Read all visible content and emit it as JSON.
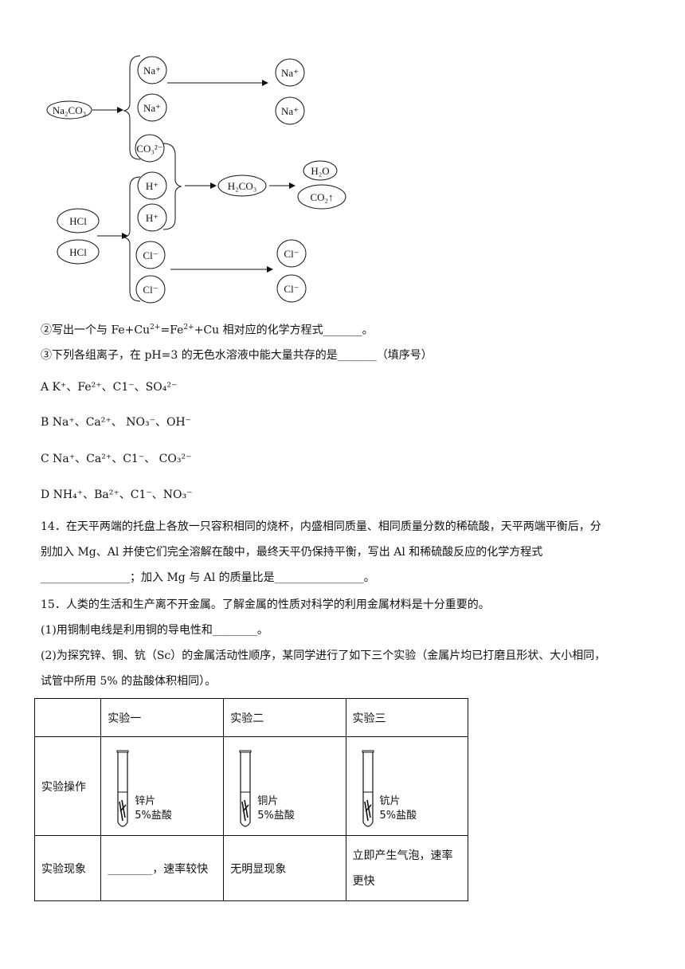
{
  "diagram": {
    "left_reactant": "Na₂CO₃",
    "na1": "Na⁺",
    "na2": "Na⁺",
    "co3": "CO₃²⁻",
    "na_out1": "Na⁺",
    "na_out2": "Na⁺",
    "hcl1": "HCl",
    "hcl2": "HCl",
    "h1": "H⁺",
    "h2": "H⁺",
    "cl1": "Cl⁻",
    "cl2": "Cl⁻",
    "h2co3": "H₂CO₃",
    "h2o": "H₂O",
    "co2": "CO₂↑",
    "cl_out1": "Cl⁻",
    "cl_out2": "Cl⁻"
  },
  "q2": {
    "prefix": "②写出一个与 Fe+Cu",
    "sup1": "2+",
    "mid": "=Fe",
    "sup2": "2+",
    "suffix": "+Cu 相对应的化学方程式",
    "blank": "_______",
    "end": "。"
  },
  "q3": {
    "text": "③下列各组离子，在 pH=3 的无色水溶液中能大量共存的是",
    "blank": "_______",
    "end": "（填序号）"
  },
  "options": {
    "A": "A K⁺、Fe²⁺、C1⁻、SO₄²⁻",
    "B": "B Na⁺、Ca²⁺、 NO₃⁻、OH⁻",
    "C": "C Na⁺、Ca²⁺、C1⁻、 CO₃²⁻",
    "D": "D  NH₄⁺、Ba²⁺、C1⁻、NO₃⁻"
  },
  "q14": {
    "line1": "14．在天平两端的托盘上各放一只容积相同的烧杯，内盛相同质量、相同质量分数的稀硫酸，天平两端平衡后，分",
    "line2": "别加入 Mg、Al 并使它们完全溶解在酸中，最终天平仍保持平衡，写出 Al 和稀硫酸反应的化学方程式",
    "line3_blank1": "________________",
    "line3_mid": "；加入 Mg 与 Al 的质量比是",
    "line3_blank2": "________________",
    "line3_end": "。"
  },
  "q15": {
    "intro": "15．人类的生活和生产离不开金属。了解金属的性质对科学的利用金属材料是十分重要的。",
    "p1": "(1)用铜制电线是利用铜的导电性和",
    "p1_blank": "________",
    "p1_end": "。",
    "p2_line1": "(2)为探究锌、铜、钪（Sc）的金属活动性顺序，某同学进行了如下三个实验（金属片均已打磨且形状、大小相同，",
    "p2_line2": "试管中所用 5% 的盐酸体积相同）。"
  },
  "table": {
    "headers": [
      "",
      "实验一",
      "实验二",
      "实验三"
    ],
    "row1_label": "实验操作",
    "tubes": [
      {
        "metal": "锌片",
        "acid": "5%盐酸"
      },
      {
        "metal": "铜片",
        "acid": "5%盐酸"
      },
      {
        "metal": "钪片",
        "acid": "5%盐酸"
      }
    ],
    "row2_label": "实验现象",
    "obs1_blank": "________",
    "obs1_text": "，速率较快",
    "obs2": "无明显现象",
    "obs3_line1": "立即产生气泡，速率",
    "obs3_line2": "更快"
  }
}
